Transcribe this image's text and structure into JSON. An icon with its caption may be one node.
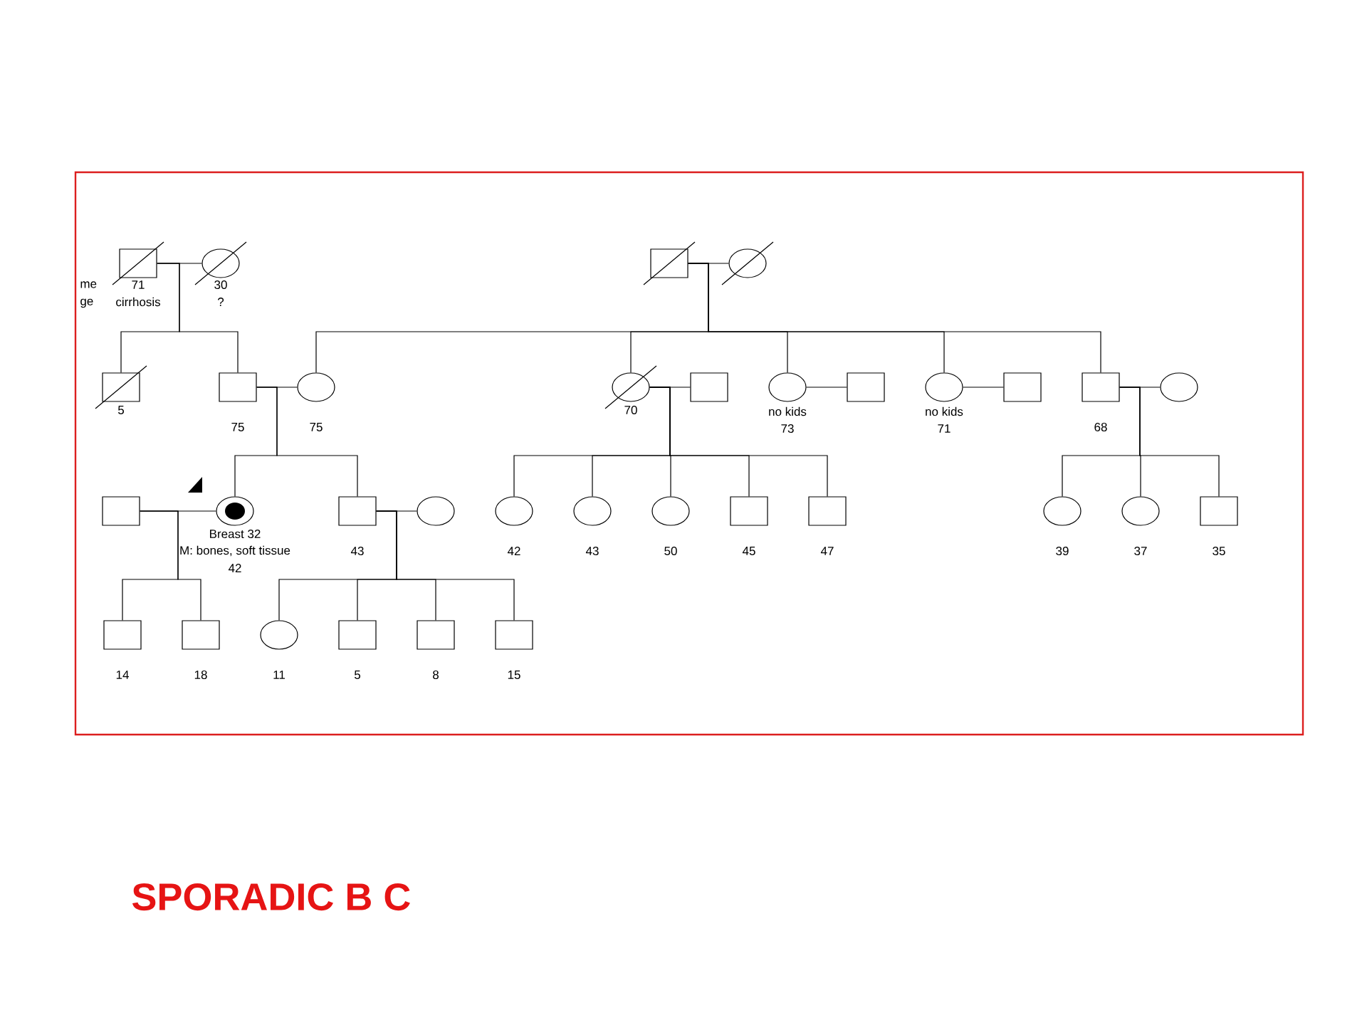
{
  "diagram": {
    "caption": "SPORADIC B C",
    "nodes": [
      {
        "text": [],
        "shape": "box",
        "beside": [
          "71",
          "cirrhosis"
        ]
      },
      {
        "text": [],
        "shape": "circle",
        "beside": [
          "30",
          "?"
        ]
      },
      {
        "text": [],
        "shape": "box"
      },
      {
        "text": [],
        "shape": "circle"
      },
      {
        "text": [],
        "shape": "box",
        "beside": [
          "5"
        ]
      },
      {
        "text": [],
        "shape": "box",
        "beside": [
          "75"
        ]
      },
      {
        "text": [],
        "shape": "circle",
        "beside": [
          "75"
        ]
      },
      {
        "text": [],
        "shape": "circle",
        "beside": [
          "70"
        ]
      },
      {
        "text": [],
        "shape": "circle",
        "beside": [
          "no kids",
          "73"
        ]
      },
      {
        "text": [],
        "shape": "circle",
        "beside": [
          "no kids",
          "71"
        ]
      },
      {
        "text": [],
        "shape": "box",
        "beside": [
          "68"
        ]
      },
      {
        "text": [],
        "shape": "box"
      },
      {
        "text": [],
        "shape": "box"
      },
      {
        "text": [],
        "shape": "box"
      },
      {
        "text": [],
        "shape": "circle"
      },
      {
        "text": [],
        "shape": "circle",
        "beside": [
          "Breast 32",
          "M: bones, soft tissue",
          "42"
        ]
      },
      {
        "text": [],
        "shape": "box",
        "beside": [
          "43"
        ]
      },
      {
        "text": [],
        "shape": "box"
      },
      {
        "text": [],
        "shape": "circle"
      },
      {
        "text": [],
        "shape": "circle",
        "beside": [
          "42"
        ]
      },
      {
        "text": [],
        "shape": "circle",
        "beside": [
          "43"
        ]
      },
      {
        "text": [],
        "shape": "circle",
        "beside": [
          "50"
        ]
      },
      {
        "text": [],
        "shape": "box",
        "beside": [
          "45"
        ]
      },
      {
        "text": [],
        "shape": "box",
        "beside": [
          "47"
        ]
      },
      {
        "text": [],
        "shape": "circle",
        "beside": [
          "39"
        ]
      },
      {
        "text": [],
        "shape": "circle",
        "beside": [
          "37"
        ]
      },
      {
        "text": [],
        "shape": "box",
        "beside": [
          "35"
        ]
      },
      {
        "text": [],
        "shape": "box",
        "beside": [
          "14"
        ]
      },
      {
        "text": [],
        "shape": "box",
        "beside": [
          "18"
        ]
      },
      {
        "text": [],
        "shape": "circle",
        "beside": [
          "11"
        ]
      },
      {
        "text": [],
        "shape": "box",
        "beside": [
          "5"
        ]
      },
      {
        "text": [],
        "shape": "box",
        "beside": [
          "8"
        ]
      },
      {
        "text": [],
        "shape": "box",
        "beside": [
          "15"
        ]
      }
    ],
    "edges": [
      {
        "from": 0,
        "to": 1,
        "arrow": "none"
      },
      {
        "from": 2,
        "to": 3,
        "arrow": "none"
      },
      {
        "from": 5,
        "to": 6,
        "arrow": "none"
      },
      {
        "from": 7,
        "to": 11,
        "arrow": "none"
      },
      {
        "from": 8,
        "to": 12,
        "arrow": "none"
      },
      {
        "from": 9,
        "to": 13,
        "arrow": "none"
      },
      {
        "from": 10,
        "to": 14,
        "arrow": "none"
      },
      {
        "from": 17,
        "to": 15,
        "arrow": "none"
      },
      {
        "from": 16,
        "to": 18,
        "arrow": "none"
      },
      {
        "from": 0,
        "to": 4,
        "arrow": "none"
      },
      {
        "from": 0,
        "to": 5,
        "arrow": "none"
      },
      {
        "from": 2,
        "to": 6,
        "arrow": "none"
      },
      {
        "from": 2,
        "to": 7,
        "arrow": "none"
      },
      {
        "from": 2,
        "to": 8,
        "arrow": "none"
      },
      {
        "from": 2,
        "to": 9,
        "arrow": "none"
      },
      {
        "from": 2,
        "to": 10,
        "arrow": "none"
      },
      {
        "from": 5,
        "to": 15,
        "arrow": "none"
      },
      {
        "from": 5,
        "to": 16,
        "arrow": "none"
      },
      {
        "from": 7,
        "to": 19,
        "arrow": "none"
      },
      {
        "from": 7,
        "to": 20,
        "arrow": "none"
      },
      {
        "from": 7,
        "to": 21,
        "arrow": "none"
      },
      {
        "from": 7,
        "to": 22,
        "arrow": "none"
      },
      {
        "from": 7,
        "to": 23,
        "arrow": "none"
      },
      {
        "from": 10,
        "to": 24,
        "arrow": "none"
      },
      {
        "from": 10,
        "to": 25,
        "arrow": "none"
      },
      {
        "from": 10,
        "to": 26,
        "arrow": "none"
      },
      {
        "from": 17,
        "to": 27,
        "arrow": "none"
      },
      {
        "from": 17,
        "to": 28,
        "arrow": "none"
      },
      {
        "from": 16,
        "to": 29,
        "arrow": "none"
      },
      {
        "from": 16,
        "to": 30,
        "arrow": "none"
      },
      {
        "from": 16,
        "to": 31,
        "arrow": "none"
      },
      {
        "from": 16,
        "to": 32,
        "arrow": "none"
      }
    ],
    "labels": [
      "me",
      "ge"
    ]
  }
}
